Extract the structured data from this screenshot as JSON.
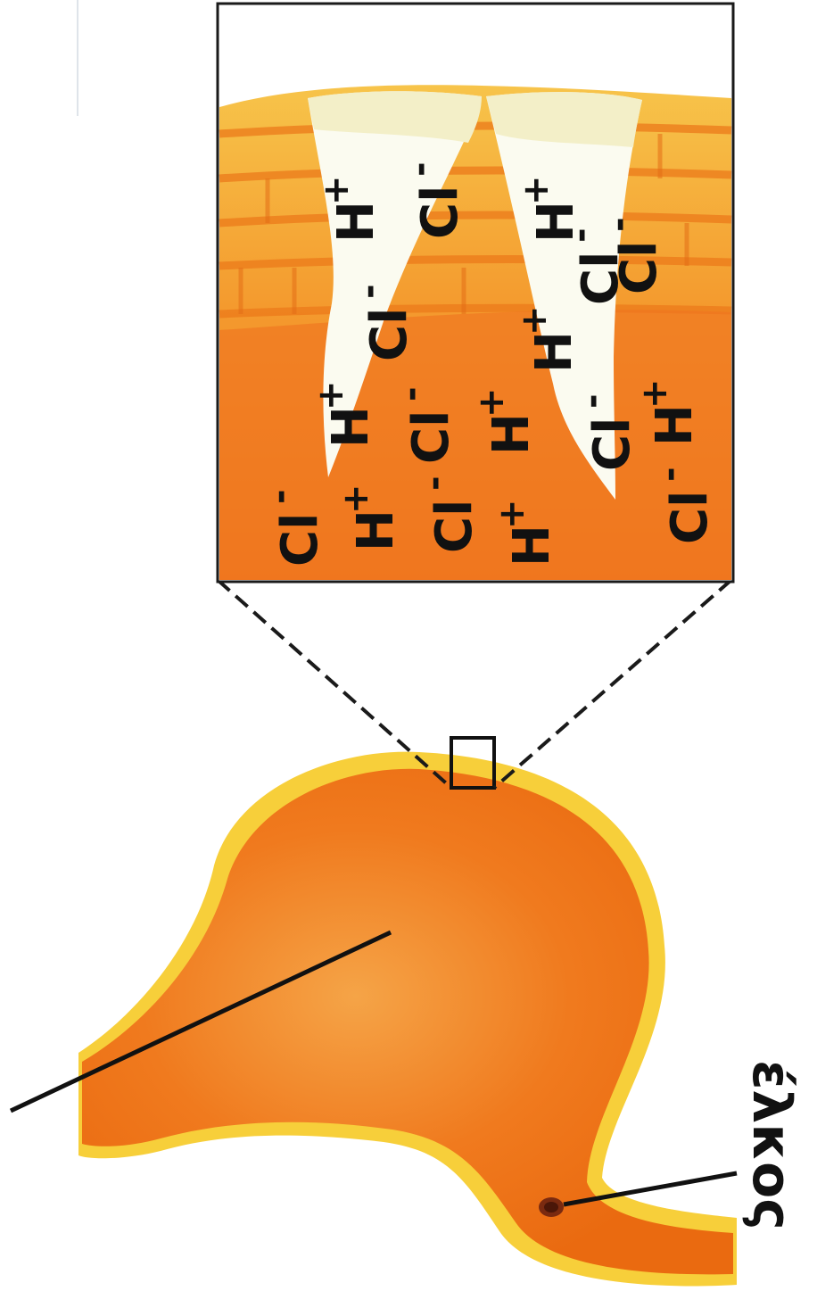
{
  "figure": {
    "label_ulcer": "έλκος",
    "ions": [
      {
        "sym": "H",
        "charge": "+"
      },
      {
        "sym": "Cl",
        "charge": "-"
      },
      {
        "sym": "H",
        "charge": "+"
      },
      {
        "sym": "Cl",
        "charge": "-"
      },
      {
        "sym": "Cl",
        "charge": "-"
      },
      {
        "sym": "H",
        "charge": "+"
      },
      {
        "sym": "H",
        "charge": "+"
      },
      {
        "sym": "Cl",
        "charge": "-"
      },
      {
        "sym": "H",
        "charge": "+"
      },
      {
        "sym": "Cl",
        "charge": "-"
      },
      {
        "sym": "H",
        "charge": "+"
      },
      {
        "sym": "Cl",
        "charge": "-"
      },
      {
        "sym": "H",
        "charge": "+"
      },
      {
        "sym": "Cl",
        "charge": "-"
      },
      {
        "sym": "Cl",
        "charge": "-"
      },
      {
        "sym": "H",
        "charge": "+"
      },
      {
        "sym": "Cl",
        "charge": "-"
      }
    ],
    "colors": {
      "stomach_wall": "#f07a1e",
      "mucosa_edge": "#f7d23a",
      "tissue_light": "#f5b83a",
      "gland": "#fbfbf0",
      "outline": "#1a1a1a"
    }
  }
}
